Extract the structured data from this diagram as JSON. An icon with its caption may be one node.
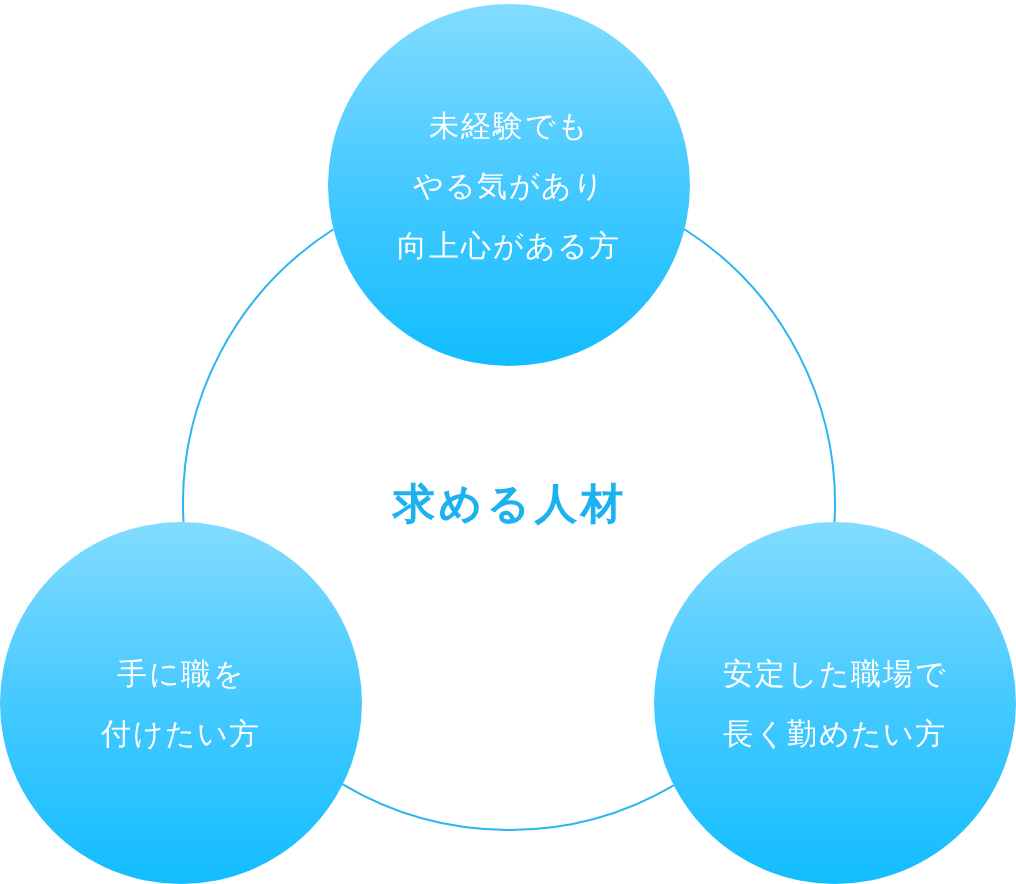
{
  "diagram": {
    "nodes": [
      {
        "text": [
          "未経験でもやる気があり向上心がある方"
        ]
      },
      {
        "text": [
          "手に職を付けたい方"
        ]
      },
      {
        "text": [
          "安定した職場で長く勤めたい方"
        ]
      }
    ],
    "edges": [
      {
        "from": 0,
        "to": 1,
        "arrow": "none"
      },
      {
        "from": 1,
        "to": 2,
        "arrow": "none"
      },
      {
        "from": 2,
        "to": 0,
        "arrow": "none"
      }
    ],
    "labels": [
      "求める人材"
    ]
  }
}
